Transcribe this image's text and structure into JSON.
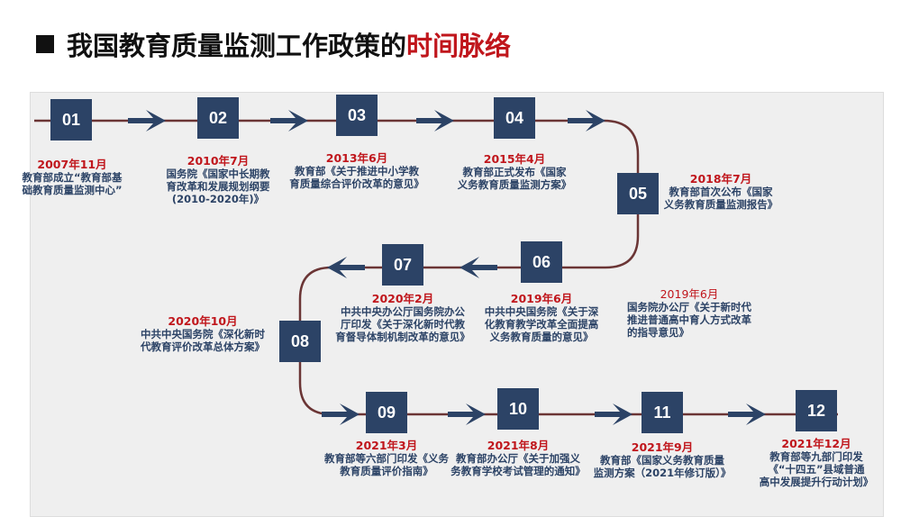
{
  "title": {
    "main": "我国教育质量监测工作政策的",
    "highlight": "时间脉络"
  },
  "colors": {
    "box": "#2c4366",
    "date": "#c0161c",
    "line": "#6b3535"
  },
  "events": [
    {
      "num": "01",
      "date": "2007年11月",
      "text": [
        "教育部成立“教育部基",
        "础教育质量监测中心”"
      ]
    },
    {
      "num": "02",
      "date": "2010年7月",
      "text": [
        "国务院《国家中长期教",
        "育改革和发展规划纲要",
        "(2010-2020年)》"
      ]
    },
    {
      "num": "03",
      "date": "2013年6月",
      "text": [
        "教育部《关于推进中小学教",
        "育质量综合评价改革的意见》"
      ]
    },
    {
      "num": "04",
      "date": "2015年4月",
      "text": [
        "教育部正式发布《国家",
        "义务教育质量监测方案》"
      ]
    },
    {
      "num": "05",
      "date": "2018年7月",
      "text": [
        "教育部首次公布《国家",
        "义务教育质量监测报告》"
      ]
    },
    {
      "num": "06",
      "date": "2019年6月",
      "text": [
        "中共中央国务院《关于深",
        "化教育教学改革全面提高",
        "义务教育质量的意见》"
      ]
    },
    {
      "num": "07",
      "date": "2020年2月",
      "text": [
        "中共中央办公厅国务院办公",
        "厅印发《关于深化新时代教",
        "育督导体制机制改革的意见》"
      ]
    },
    {
      "num": "08",
      "date": "2020年10月",
      "text": [
        "中共中央国务院《深化新时",
        "代教育评价改革总体方案》"
      ]
    },
    {
      "num": "09",
      "date": "2021年3月",
      "text": [
        "教育部等六部门印发《义务",
        "教育质量评价指南》"
      ]
    },
    {
      "num": "10",
      "date": "2021年8月",
      "text": [
        "教育部办公厅《关于加强义",
        "务教育学校考试管理的通知》"
      ]
    },
    {
      "num": "11",
      "date": "2021年9月",
      "text": [
        "教育部《国家义务教育质量",
        "监测方案（2021年修订版）》"
      ]
    },
    {
      "num": "12",
      "date": "2021年12月",
      "text": [
        "教育部等九部门印发",
        "《“十四五”县域普通",
        "高中发展提升行动计划》"
      ]
    }
  ],
  "extra": {
    "date": "2019年6月",
    "text": [
      "国务院办公厅《关于新时代",
      "推进普通高中育人方式改革",
      "的指导意见》"
    ]
  }
}
